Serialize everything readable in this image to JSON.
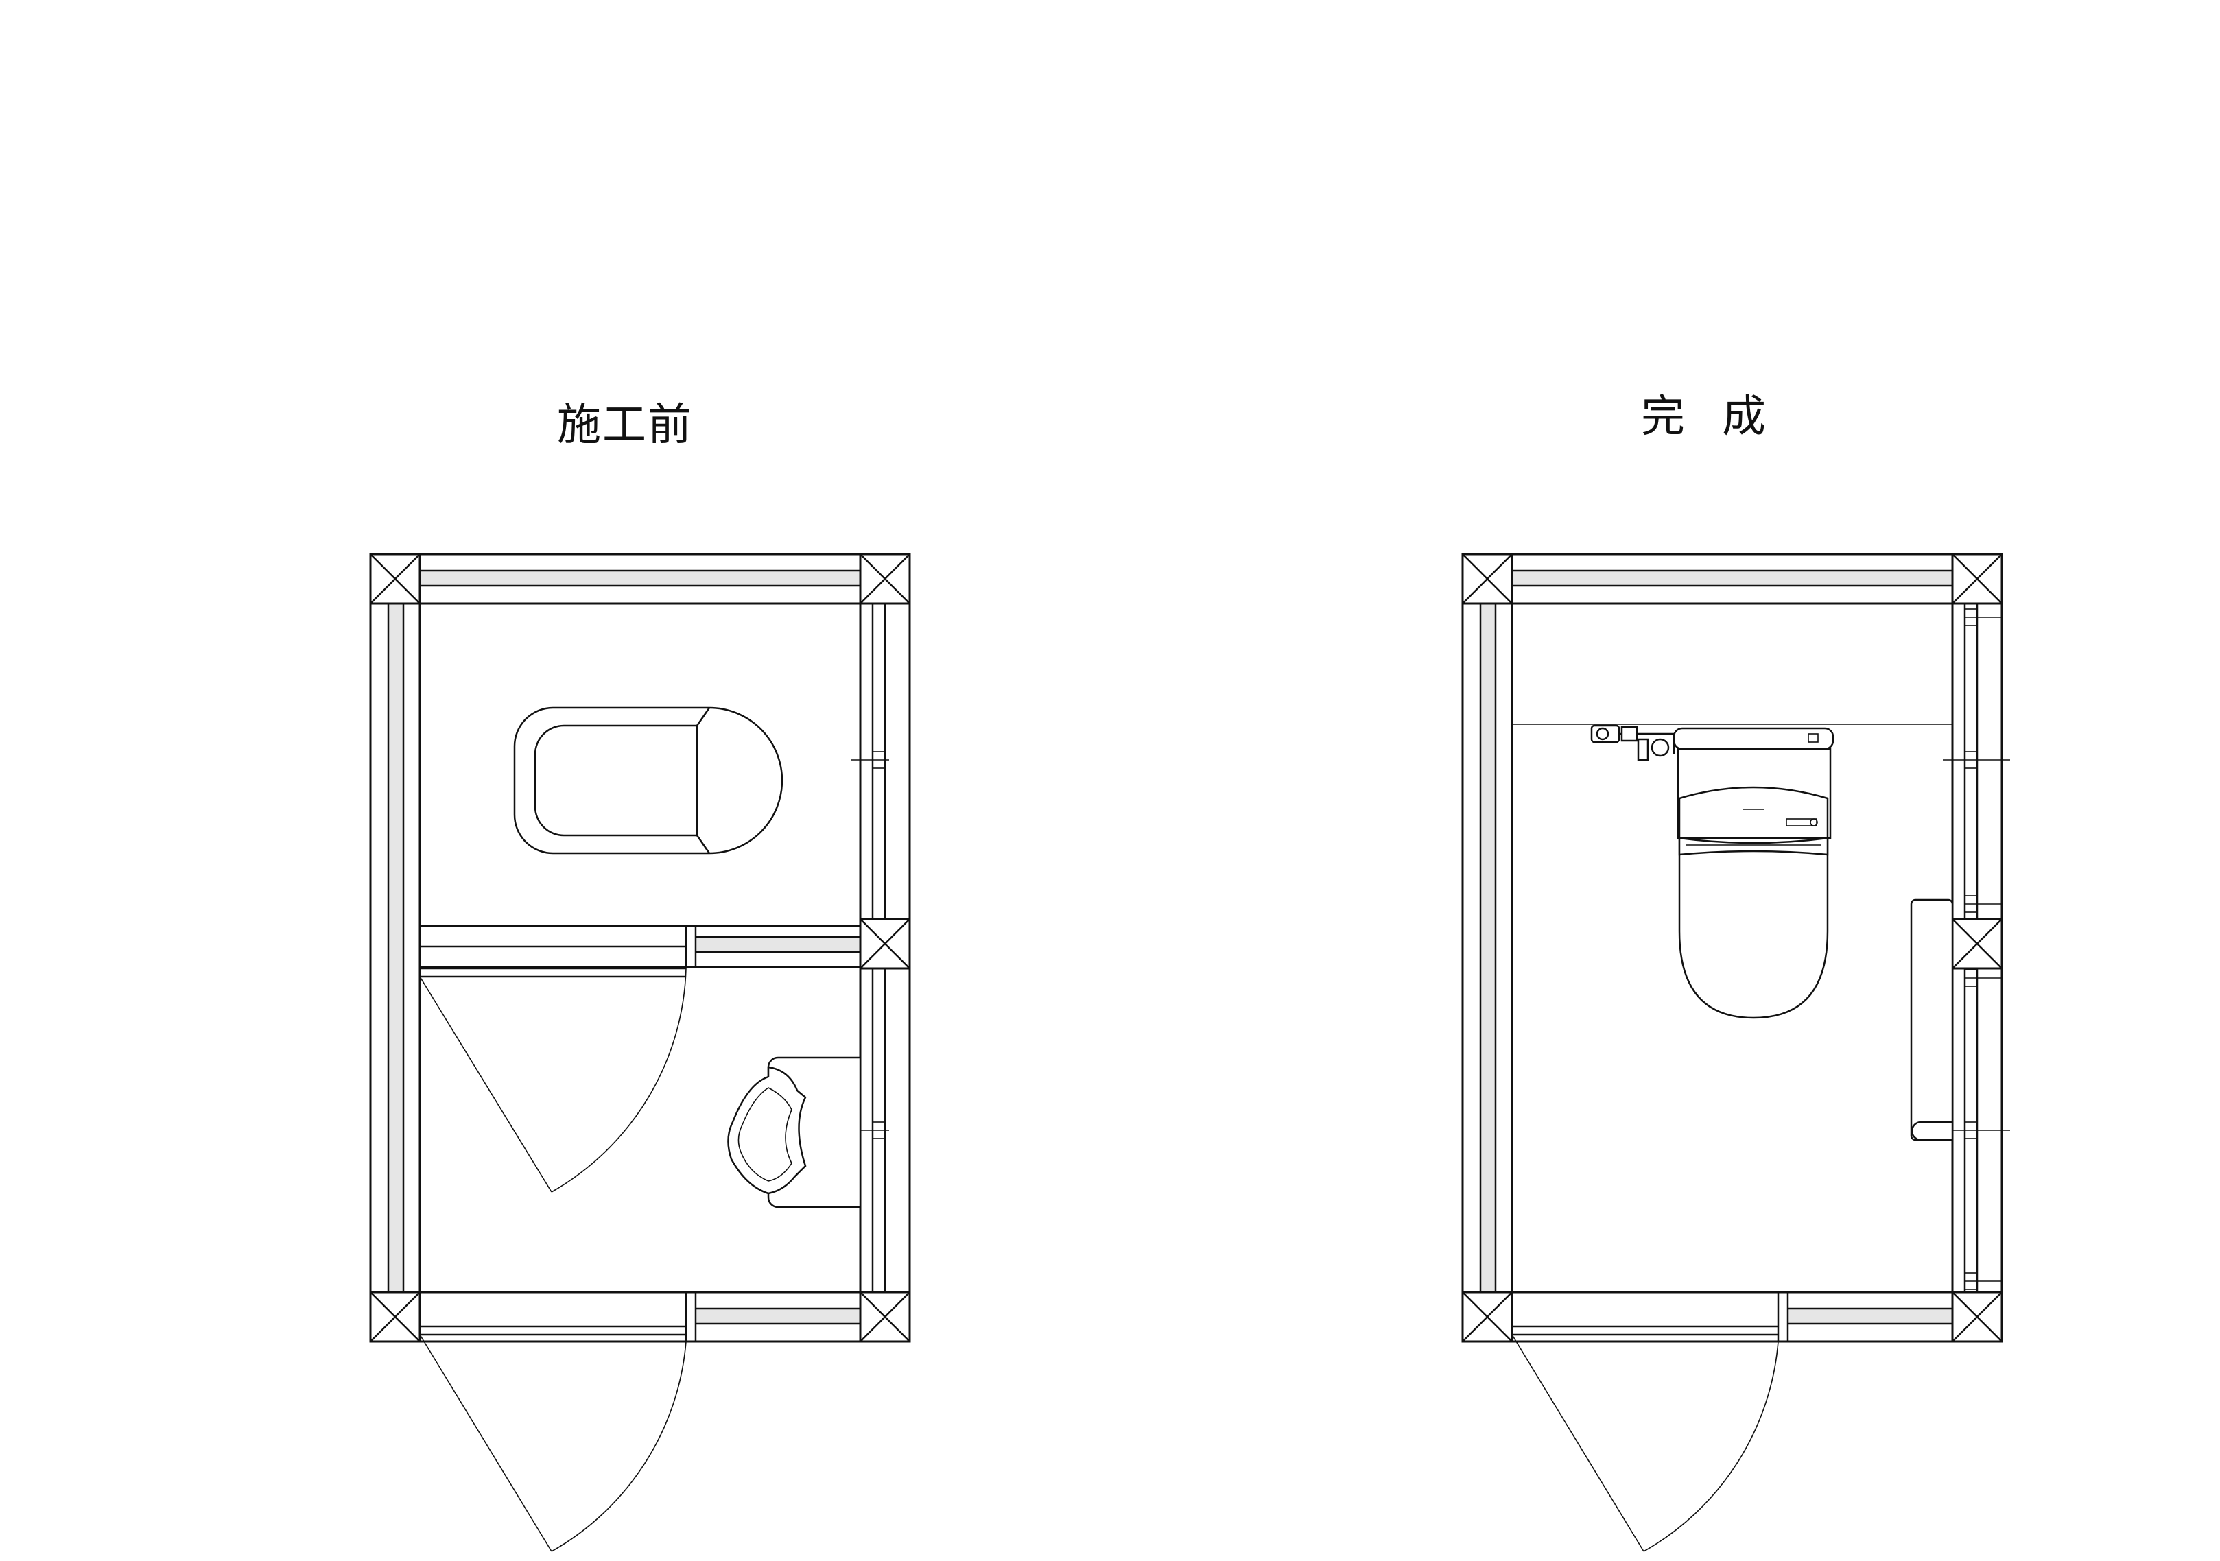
{
  "plans": {
    "before": {
      "title": "施工前"
    },
    "after": {
      "title": "完成"
    }
  },
  "colors": {
    "line": "#111111",
    "glass": "#e6e6e6",
    "background": "#ffffff"
  },
  "icons": {
    "column": "crossed-square",
    "door": "swing-arc",
    "fixture_before_toilet": "floor-toilet-outline",
    "fixture_before_urinal": "urinal-outline",
    "fixture_after_toilet": "tankless-toilet-outline",
    "fixture_after_handrail": "grab-bar-outline"
  }
}
